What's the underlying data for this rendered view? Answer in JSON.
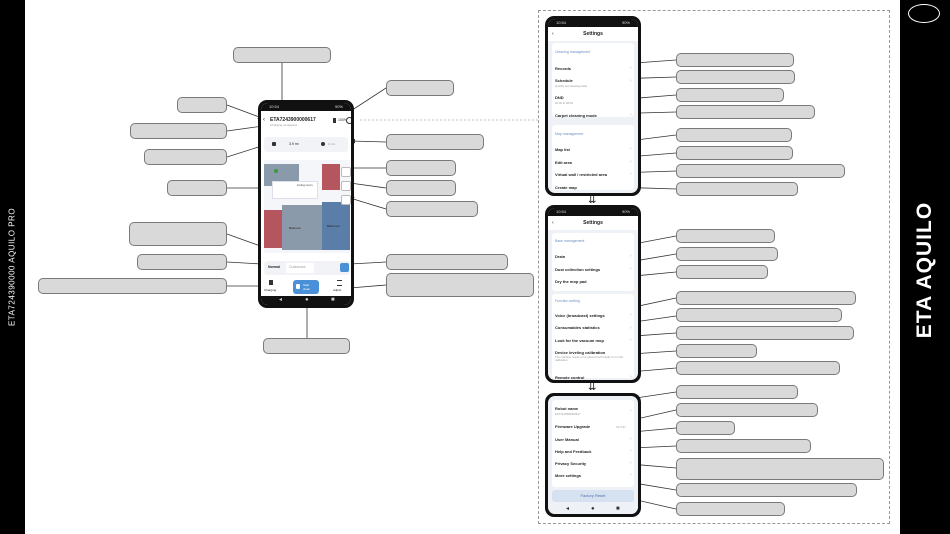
{
  "left_strip": {
    "text": "ETA724390000 AQUILO PRO"
  },
  "right_strip": {
    "text": "ETA AQUILO"
  },
  "home": {
    "status_bar_left": "10:54",
    "status_bar_right": "90%",
    "device_id": "ETA7243900000617",
    "device_sub": "Charging completed",
    "battery": "100%",
    "area": "3.9 m²",
    "time": "0 min",
    "rooms": [
      "Living room",
      "Bedroom",
      "Bathroom"
    ],
    "mode_normal": "Normal",
    "mode_other": "Customize",
    "btn_charging": "Charging",
    "btn_start": "Start clean",
    "btn_adjust": "Adjust"
  },
  "settings": {
    "title": "Settings",
    "back": "‹",
    "status_left": "10:54",
    "status_right": "90%",
    "cleaning_section": "Cleaning management",
    "records": "Records",
    "schedule": "Schedule",
    "schedule_sub": "Quickly set cleaning tasks",
    "dnd": "DND",
    "dnd_sub": "22:00 to 08:00",
    "carpet": "Carpet cleaning mode",
    "map_section": "Map management",
    "map_list": "Map list",
    "edit_area": "Edit area",
    "virtual_wall": "Virtual wall / restricted area",
    "create_map": "Create map",
    "base_section": "Base management",
    "drain": "Drain",
    "dust": "Dust collection settings",
    "dry_mop": "Dry the mop pad",
    "function_section": "Function setting",
    "voice": "Voice (broadcast) settings",
    "consumables": "Consumables statistics",
    "look_mop": "Look for the vacuum mop",
    "leveling": "Device leveling calibration",
    "leveling_sub": "The machine needs to be placed horizontally to run the calibration",
    "remote": "Remote control",
    "robot_name": "Robot name",
    "robot_name_sub": "ETA7243900000617",
    "firmware": "Firmware Upgrade",
    "firmware_val": "V1.0.37",
    "manual": "User Manual",
    "help": "Help and Feedback",
    "privacy": "Privacy Security",
    "more": "More settings",
    "reset": "Factory Reset"
  },
  "colors": {
    "room_red": "#b5555e",
    "room_blue": "#5b7ea9",
    "room_grey": "#8b9aab",
    "accent": "#4a90d9"
  },
  "icons": [
    "back-icon",
    "battery-icon",
    "home-icon",
    "clock-icon",
    "charging-icon",
    "start-icon",
    "adjust-icon",
    "chevron-right-icon",
    "down-arrow-icon"
  ]
}
